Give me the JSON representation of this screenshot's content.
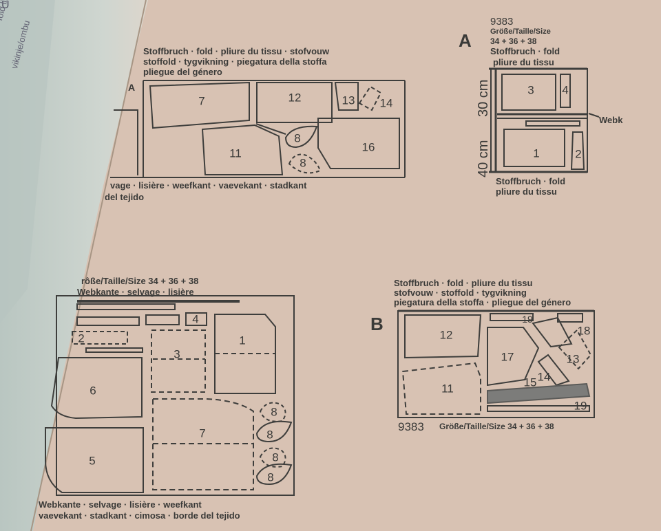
{
  "pattern_number": "9383",
  "left_sheet": {
    "edge_letter": "U",
    "fold_text_1": "fold line",
    "fold_text_2": "vikinje/ombu"
  },
  "layout_top_left": {
    "fold_line_1": "Stoffbruch · fold · pliure du tissu · stofvouw",
    "fold_line_2": "stoffold · tygvikning · piegatura della stoffa",
    "fold_line_3": "pliegue del género",
    "edge_letter": "A",
    "selvage_line_1": "vage · lisière · weefkant · vaevekant · stadkant",
    "selvage_line_2": "del tejido",
    "pieces": [
      "7",
      "12",
      "13",
      "14",
      "8",
      "8",
      "11",
      "16"
    ]
  },
  "layout_a": {
    "letter": "A",
    "pattern_number": "9383",
    "size_label": "Größe/Taille/Size",
    "size_range": "34 + 36 + 38",
    "top_fold_1": "Stoffbruch · fold",
    "top_fold_2": "pliure du tissu",
    "dim_upper": "30 cm",
    "dim_lower": "40 cm",
    "side_label": "Webk",
    "bottom_fold_1": "Stoffbruch · fold",
    "bottom_fold_2": "pliure du tissu",
    "pieces": [
      "3",
      "4",
      "1",
      "2"
    ]
  },
  "layout_bottom_left": {
    "size_line": "rôße/Taille/Size 34 + 36 + 38",
    "top_edge": "Webkante · selvage · lisière",
    "bottom_line_1": "Webkante · selvage · lisière · weefkant",
    "bottom_line_2": "vaevekant · stadkant · cimosa · borde del tejido",
    "pieces": [
      "4",
      "2",
      "3",
      "1",
      "6",
      "7",
      "5",
      "8",
      "8",
      "8",
      "8"
    ]
  },
  "layout_b": {
    "letter": "B",
    "fold_line_1": "Stoffbruch · fold · pliure du tissu",
    "fold_line_2": "stofvouw · stoffold · tygvikning",
    "fold_line_3": "piegatura della stoffa · pliegue del género",
    "footer_number": "9383",
    "footer_size": "Größe/Taille/Size 34 + 36 + 38",
    "pieces": [
      "12",
      "19",
      "18",
      "17",
      "13",
      "14",
      "15",
      "11",
      "19"
    ]
  },
  "colors": {
    "paper": "#d8c2b3",
    "ink": "#3a3a38",
    "left_sheet": "#c9d1cb"
  }
}
